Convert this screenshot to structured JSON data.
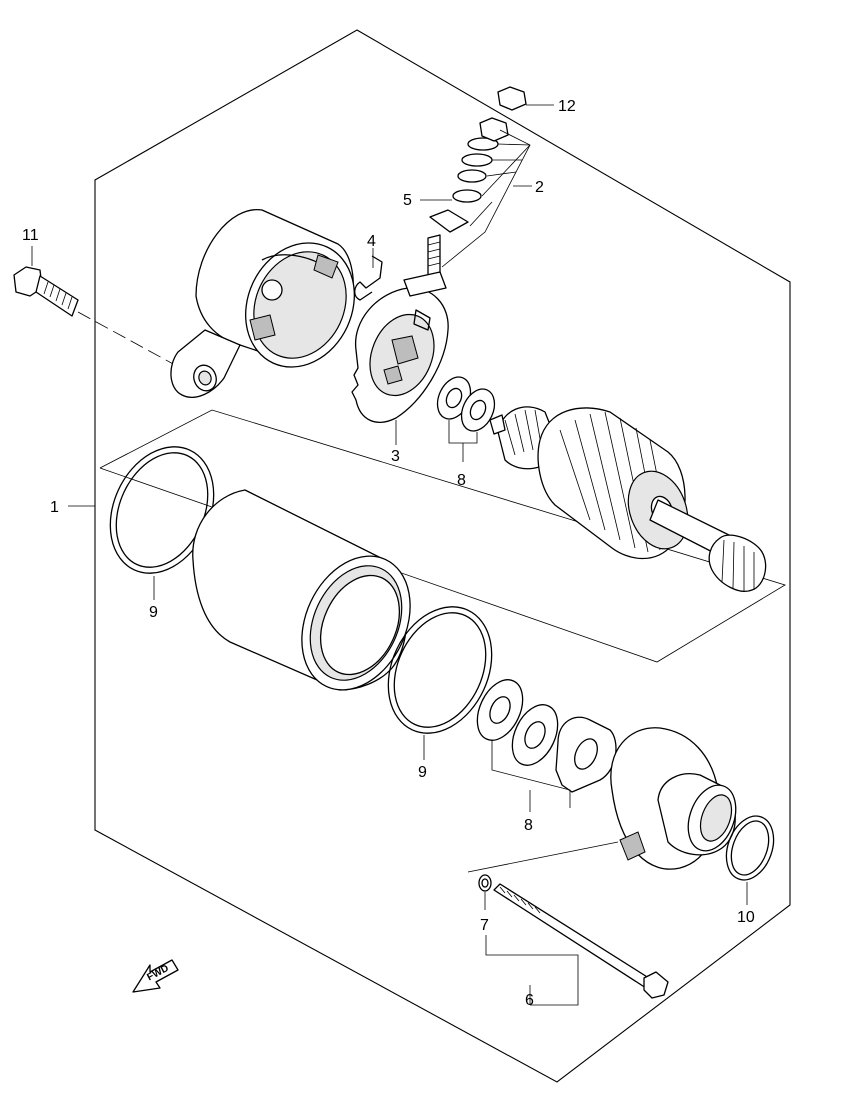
{
  "callouts": {
    "c1": "1",
    "c2": "2",
    "c3": "3",
    "c4": "4",
    "c5": "5",
    "c6": "6",
    "c7": "7",
    "c8a": "8",
    "c8b": "8",
    "c9a": "9",
    "c9b": "9",
    "c10": "10",
    "c11": "11",
    "c12": "12"
  },
  "fwd_label": "FWD"
}
